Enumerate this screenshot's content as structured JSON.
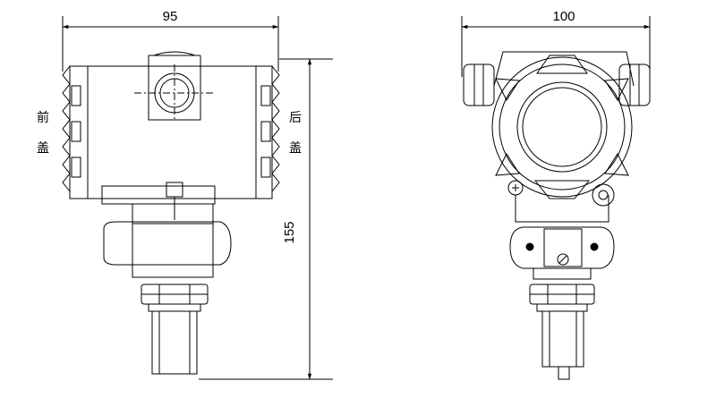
{
  "dimensions": {
    "side_width": "95",
    "front_width": "100",
    "overall_height": "155"
  },
  "labels": {
    "front_cover": [
      "前",
      "盖"
    ],
    "rear_cover": [
      "后",
      "盖"
    ]
  }
}
